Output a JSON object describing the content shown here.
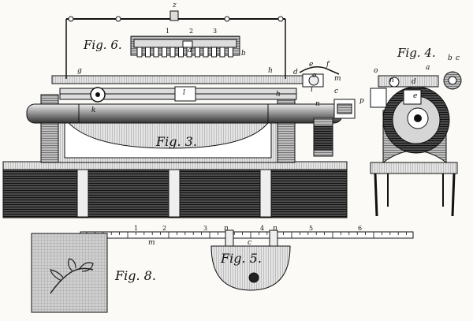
{
  "figures": {
    "fig3": "Fig. 3.",
    "fig4": "Fig. 4.",
    "fig5": "Fig. 5.",
    "fig6": "Fig. 6.",
    "fig8": "Fig. 8."
  },
  "fig6_marks": {
    "z": "z",
    "a": "a",
    "b": "b",
    "n1": "1",
    "n2": "2",
    "n3": "3"
  },
  "fig3_marks": {
    "g": "g",
    "h": "h",
    "e": "e",
    "f": "f",
    "m": "m",
    "d": "d",
    "c": "c",
    "p": "p",
    "l": "l",
    "k": "k",
    "n": "n",
    "o": "o",
    "i": "i",
    "h2": "h"
  },
  "fig4_marks": {
    "a": "a",
    "b": "b",
    "c": "c",
    "n": "n",
    "d": "d",
    "o": "o",
    "e": "e"
  },
  "fig5_marks": {
    "n1": "1",
    "n2": "2",
    "n3": "3",
    "n4": "4",
    "n5": "5",
    "n6": "6",
    "m": "m",
    "na": "n",
    "nb": "n",
    "c": "c"
  },
  "colors": {
    "ink": "#111111",
    "paper": "#fbfaf7",
    "hatch": "#3a3a3a"
  }
}
